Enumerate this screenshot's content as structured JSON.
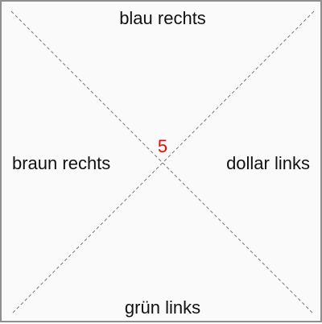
{
  "labels": {
    "top": "blau rechts",
    "bottom": "grün links",
    "left": "braun rechts",
    "right": "dollar links"
  },
  "center": {
    "number": "5",
    "color": "#ff0000"
  }
}
